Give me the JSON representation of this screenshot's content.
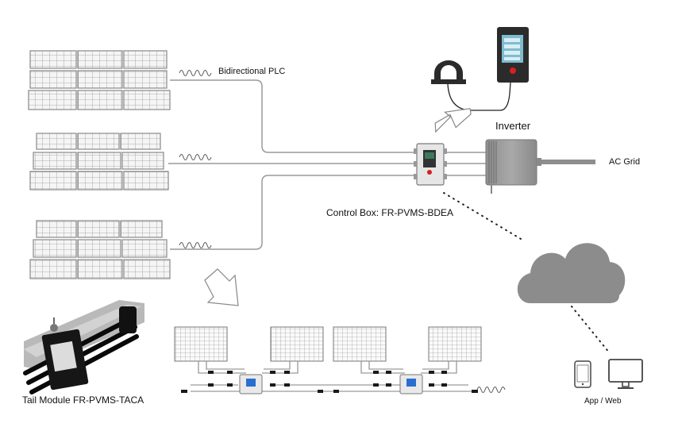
{
  "labels": {
    "bidirectional_plc": "Bidirectional PLC",
    "inverter": "Inverter",
    "ac_grid": "AC Grid",
    "control_box": "Control Box: FR-PVMS-BDEA",
    "tail_module": "Tail Module FR-PVMS-TACA",
    "app_web": "App / Web"
  },
  "colors": {
    "line": "#9a9a9a",
    "panel_frame": "#8a8a8a",
    "panel_cell": "#f4f4f4",
    "cloud": "#8c8c8c",
    "device_dark": "#2b2b2b",
    "indicator_red": "#d42020"
  },
  "icons": [
    "plc-wave-icon",
    "arrow-icon",
    "cloud-icon",
    "phone-icon",
    "monitor-icon"
  ]
}
